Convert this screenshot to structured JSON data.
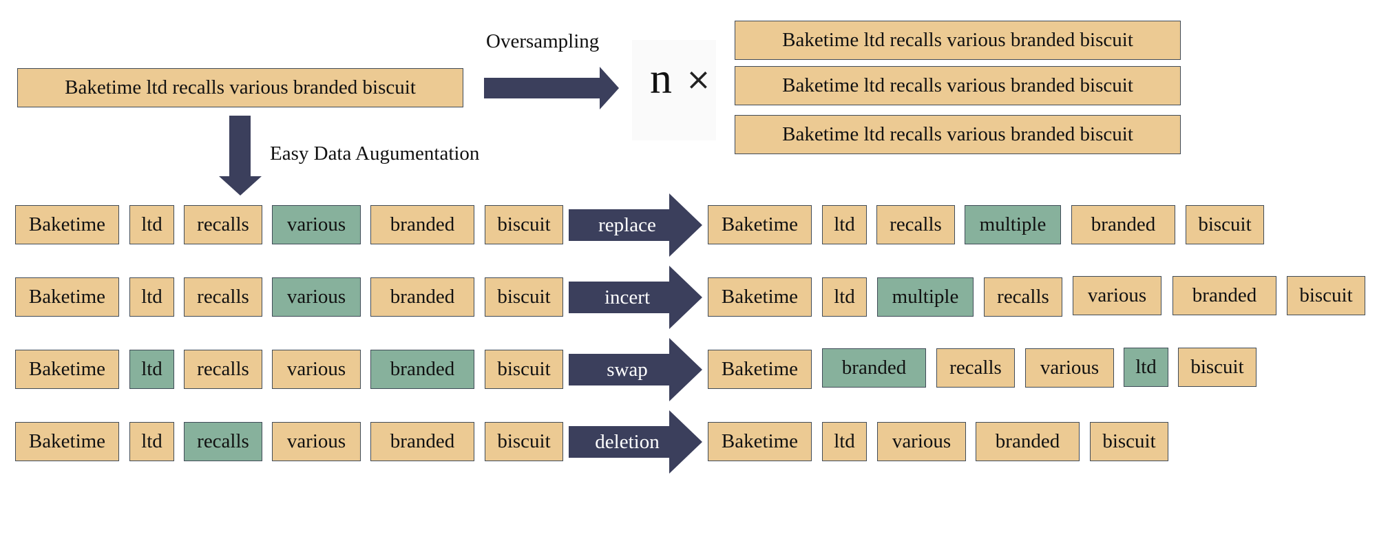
{
  "top": {
    "source_sentence": "Baketime ltd recalls various branded biscuit",
    "oversampling_label": "Oversampling",
    "eda_label": "Easy Data Augumentation",
    "n_symbol": "n",
    "times_symbol": "×",
    "oversampled_sentences": [
      "Baketime ltd recalls various branded biscuit",
      "Baketime ltd recalls various branded biscuit",
      "Baketime ltd recalls various branded biscuit"
    ]
  },
  "rows": [
    {
      "operation": "replace",
      "input": [
        {
          "text": "Baketime",
          "highlight": false
        },
        {
          "text": "ltd",
          "highlight": false
        },
        {
          "text": "recalls",
          "highlight": false
        },
        {
          "text": "various",
          "highlight": true
        },
        {
          "text": "branded",
          "highlight": false
        },
        {
          "text": "biscuit",
          "highlight": false
        }
      ],
      "output": [
        {
          "text": "Baketime",
          "highlight": false
        },
        {
          "text": "ltd",
          "highlight": false
        },
        {
          "text": "recalls",
          "highlight": false
        },
        {
          "text": "multiple",
          "highlight": true
        },
        {
          "text": "branded",
          "highlight": false
        },
        {
          "text": "biscuit",
          "highlight": false
        }
      ]
    },
    {
      "operation": "incert",
      "input": [
        {
          "text": "Baketime",
          "highlight": false
        },
        {
          "text": "ltd",
          "highlight": false
        },
        {
          "text": "recalls",
          "highlight": false
        },
        {
          "text": "various",
          "highlight": true
        },
        {
          "text": "branded",
          "highlight": false
        },
        {
          "text": "biscuit",
          "highlight": false
        }
      ],
      "output": [
        {
          "text": "Baketime",
          "highlight": false
        },
        {
          "text": "ltd",
          "highlight": false
        },
        {
          "text": "multiple",
          "highlight": true
        },
        {
          "text": "recalls",
          "highlight": false
        },
        {
          "text": "various",
          "highlight": false
        },
        {
          "text": "branded",
          "highlight": false
        },
        {
          "text": "biscuit",
          "highlight": false
        }
      ]
    },
    {
      "operation": "swap",
      "input": [
        {
          "text": "Baketime",
          "highlight": false
        },
        {
          "text": "ltd",
          "highlight": true
        },
        {
          "text": "recalls",
          "highlight": false
        },
        {
          "text": "various",
          "highlight": false
        },
        {
          "text": "branded",
          "highlight": true
        },
        {
          "text": "biscuit",
          "highlight": false
        }
      ],
      "output": [
        {
          "text": "Baketime",
          "highlight": false
        },
        {
          "text": "branded",
          "highlight": true
        },
        {
          "text": "recalls",
          "highlight": false
        },
        {
          "text": "various",
          "highlight": false
        },
        {
          "text": "ltd",
          "highlight": true
        },
        {
          "text": "biscuit",
          "highlight": false
        }
      ]
    },
    {
      "operation": "deletion",
      "input": [
        {
          "text": "Baketime",
          "highlight": false
        },
        {
          "text": "ltd",
          "highlight": false
        },
        {
          "text": "recalls",
          "highlight": true
        },
        {
          "text": "various",
          "highlight": false
        },
        {
          "text": "branded",
          "highlight": false
        },
        {
          "text": "biscuit",
          "highlight": false
        }
      ],
      "output": [
        {
          "text": "Baketime",
          "highlight": false
        },
        {
          "text": "ltd",
          "highlight": false
        },
        {
          "text": "various",
          "highlight": false
        },
        {
          "text": "branded",
          "highlight": false
        },
        {
          "text": "biscuit",
          "highlight": false
        }
      ]
    }
  ],
  "colors": {
    "token_fill": "#ecca93",
    "highlight_fill": "#87b19c",
    "arrow_fill": "#3b3f5c",
    "border": "#3f4a57"
  }
}
